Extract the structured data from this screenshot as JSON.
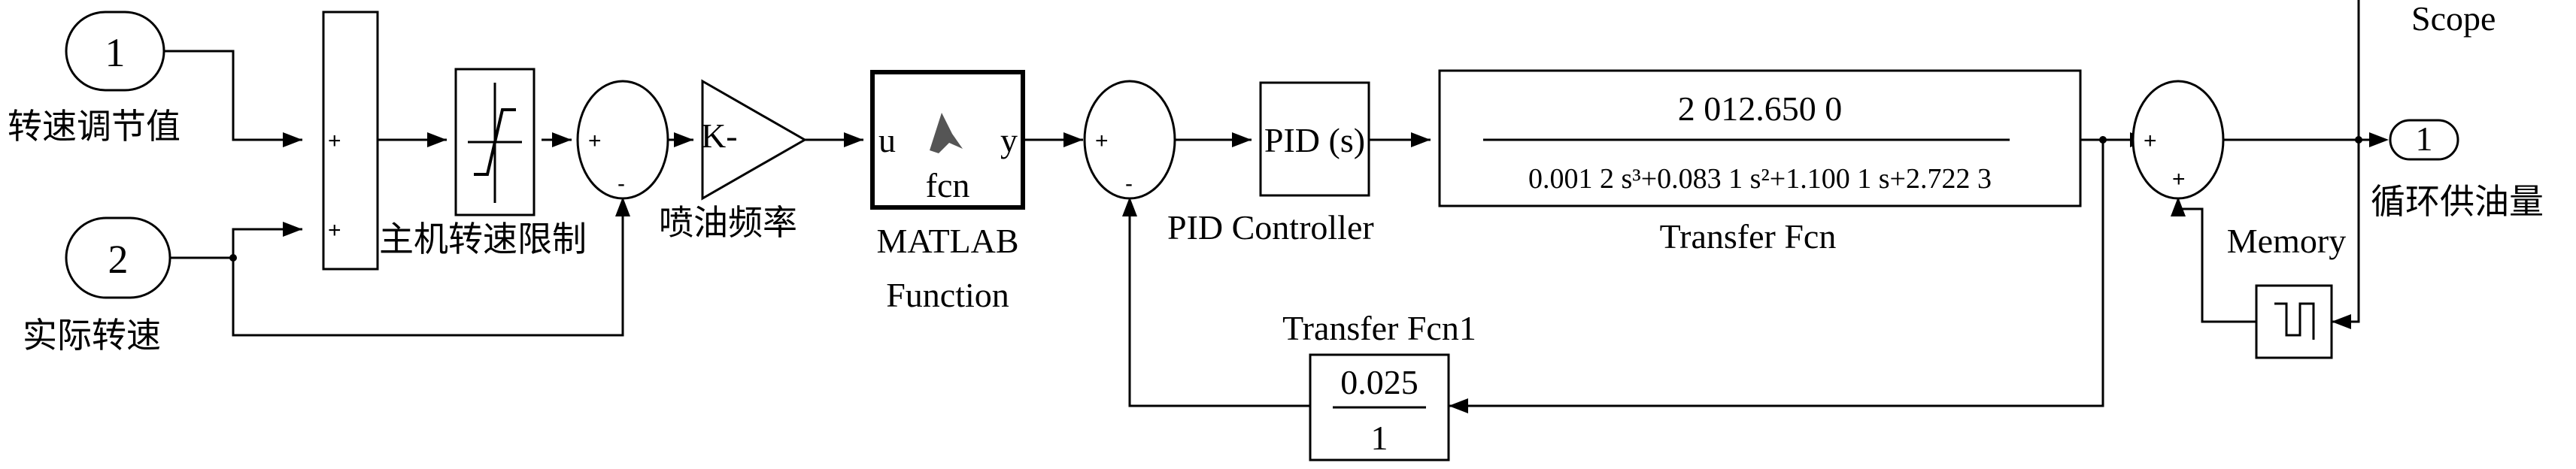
{
  "ports": {
    "in1_number": "1",
    "in1_label": "转速调节值",
    "in2_number": "2",
    "in2_label": "实际转速",
    "out1_number": "1",
    "out1_label": "循环供油量"
  },
  "blocks": {
    "sum1_signs": [
      "+",
      "+"
    ],
    "saturation_label": "主机转速限制",
    "sum2_signs": [
      "+",
      "-"
    ],
    "gain_value": "K-",
    "gain_label": "喷油频率",
    "matlab_in_port": "u",
    "matlab_out_port": "y",
    "matlab_fcn": "fcn",
    "matlab_label_line1": "MATLAB",
    "matlab_label_line2": "Function",
    "sum3_signs": [
      "+",
      "-"
    ],
    "pid_text": "PID (s)",
    "pid_label": "PID Controller",
    "tf_numerator": "2 012.650 0",
    "tf_denominator": "0.001 2 s³+0.083 1 s²+1.100 1 s+2.722 3",
    "tf_label": "Transfer Fcn",
    "tf1_numerator": "0.025",
    "tf1_denominator": "1",
    "tf1_label": "Transfer Fcn1",
    "sum4_signs": [
      "+",
      "+"
    ],
    "memory_label": "Memory",
    "scope_label": "Scope"
  }
}
